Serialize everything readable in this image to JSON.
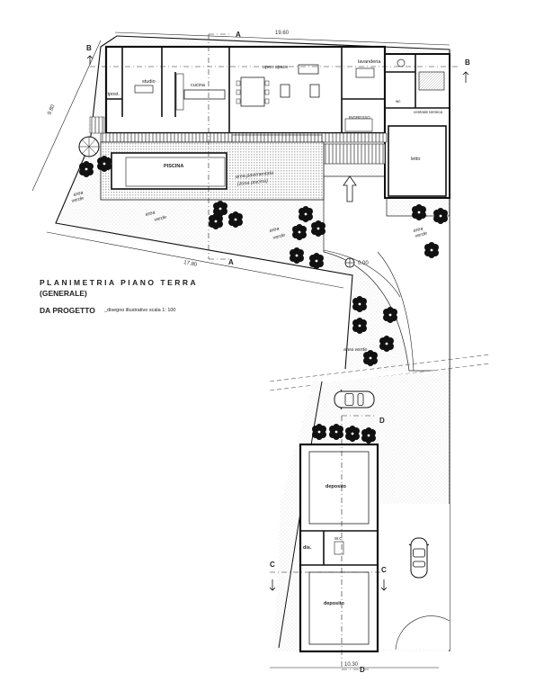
{
  "title": {
    "line1": "PLANIMETRIA PIANO TERRA",
    "line2": "(GENERALE)",
    "project": "DA PROGETTO",
    "scale_note": "_disegno illustrativo scala 1: 100"
  },
  "dims": {
    "top": "19.60",
    "left": "9.80",
    "diag": "17.80",
    "bottom": "10.30",
    "level": "0.00"
  },
  "sections": {
    "a": "A",
    "b": "B",
    "c": "C",
    "d": "D"
  },
  "rooms": {
    "ripost": "ripost.",
    "studio": "studio",
    "cucina": "cucina",
    "open_space": "open space",
    "lavanderia": "lavanderia",
    "wc": "wc",
    "ingresso": "INGRESSO",
    "centrale_termica": "centrale termica",
    "letto": "letto",
    "piscina": "PISCINA",
    "area_pavimentata": "area pavimentata",
    "zona_piscina": "(zona piscina)",
    "deposito_1": "deposito",
    "dis": "dis.",
    "wc2": "W.C.",
    "deposito_2": "deposito"
  },
  "labels": {
    "area_verde": "area verde",
    "area": "area",
    "verde": "verde"
  }
}
